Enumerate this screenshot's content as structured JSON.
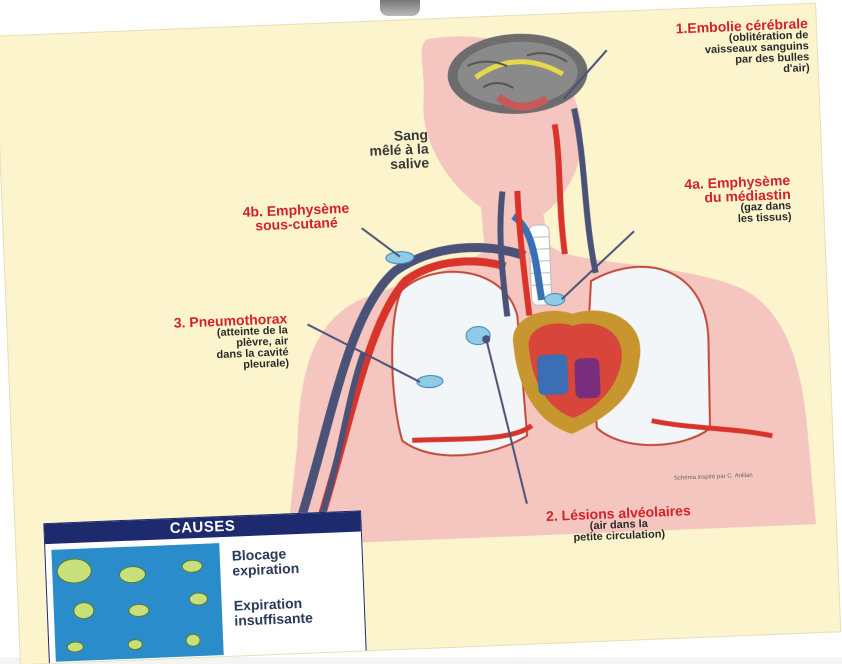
{
  "labels": {
    "embolie_title": "1.Embolie cérébrale",
    "embolie_sub": [
      "(oblitération de",
      "vaisseaux sanguins",
      "par des bulles",
      "d'air)"
    ],
    "sang_lines": [
      "Sang",
      "mêlé à la",
      "salive"
    ],
    "emph_sc_lines": [
      "4b. Emphysème",
      "sous-cutané"
    ],
    "emph_med_lines": [
      "4a. Emphysème",
      "du médiastin"
    ],
    "emph_med_sub": [
      "(gaz dans",
      "les tissus)"
    ],
    "pneumo_title": "3. Pneumothorax",
    "pneumo_sub": [
      "(atteinte de la",
      "plèvre, air",
      "dans la cavité",
      "pleurale)"
    ],
    "lesions_title": "2. Lésions alvéolaires",
    "lesions_sub": [
      "(air dans la",
      "petite circulation)"
    ],
    "credit": "Schéma inspiré par C. Anlilan"
  },
  "causes": {
    "title": "CAUSES",
    "items": [
      "Blocage",
      "expiration",
      "Expiration",
      "insuffisante"
    ]
  },
  "colors": {
    "background": "#fbf4cc",
    "body": "#f5c6c0",
    "artery": "#d9342b",
    "vein": "#4a5278",
    "lung": "#f2f6f8",
    "label_red": "#d2232a",
    "causes_header": "#1e2a6e",
    "alveoli_box": "#2b8ccc"
  }
}
